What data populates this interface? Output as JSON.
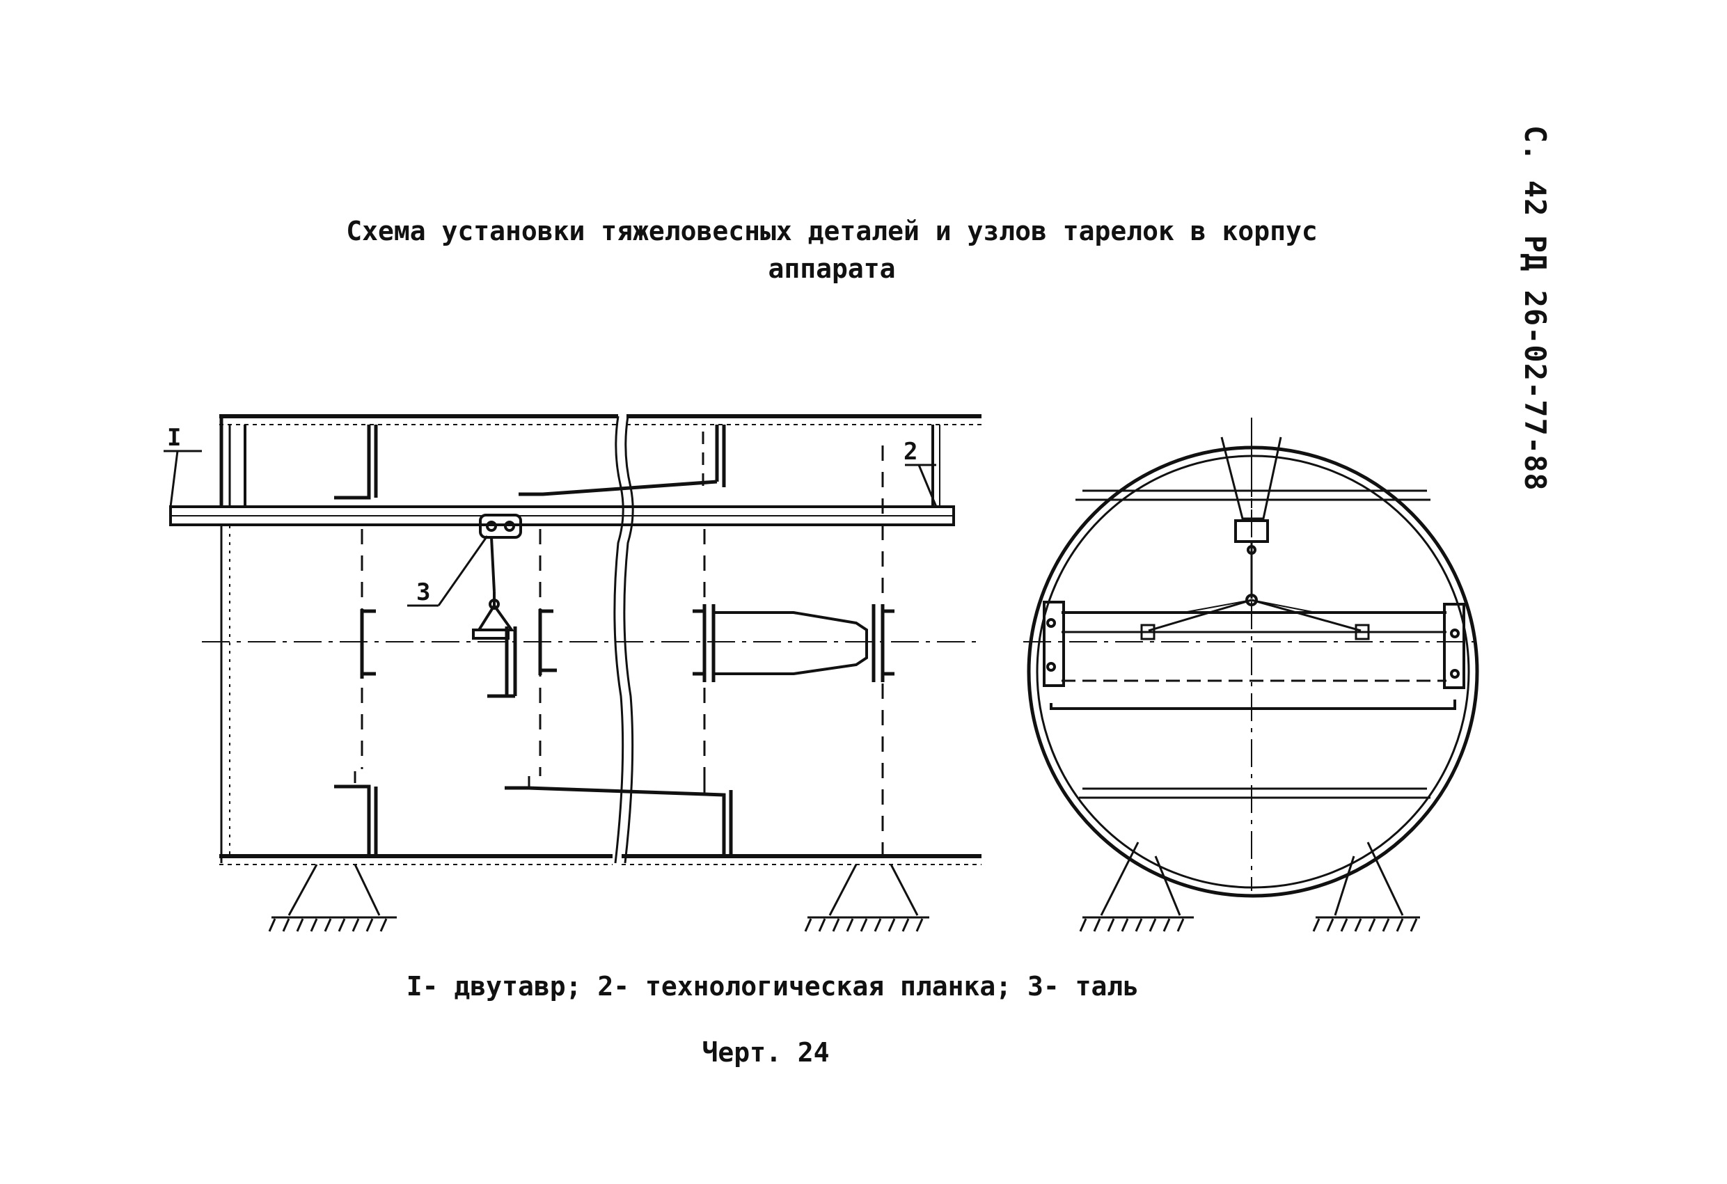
{
  "page_code": "С. 42 РД 26-02-77-88",
  "title_line1": "Схема установки тяжеловесных деталей и узлов тарелок в корпус",
  "title_line2": "аппарата",
  "callouts": {
    "c1": "I",
    "c2": "2",
    "c3": "3"
  },
  "legend": "I- двутавр; 2- технологическая планка; 3- таль",
  "figure_label": "Черт. 24"
}
